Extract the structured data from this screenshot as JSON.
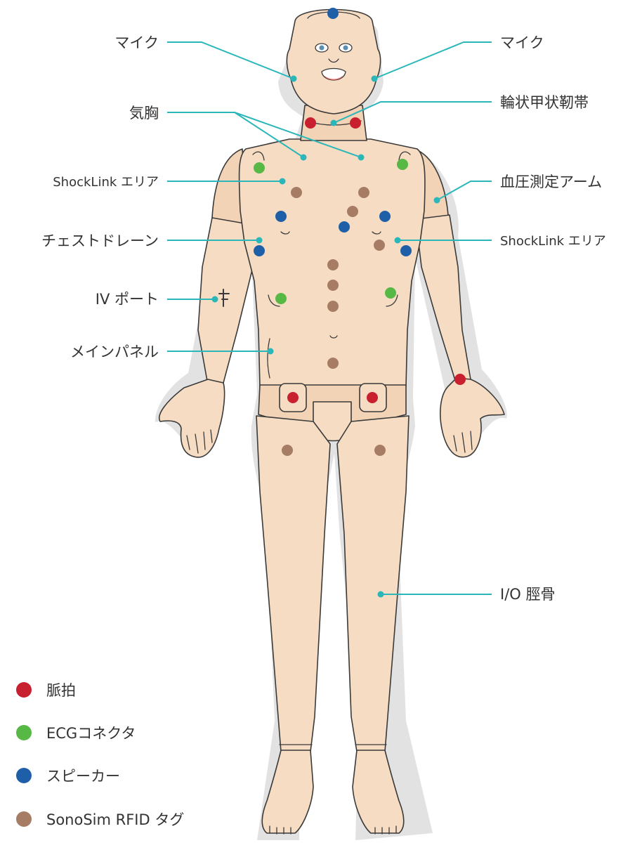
{
  "colors": {
    "pulse": "#c8202f",
    "ecg": "#57b845",
    "speaker": "#1f5fa8",
    "sonosim": "#a67c65",
    "callout": "#2bb7b9"
  },
  "labels": {
    "mic_left": "マイク",
    "mic_right": "マイク",
    "pneumothorax": "気胸",
    "cricothyroid": "輪状甲状靭帯",
    "shocklink_left": "ShockLink エリア",
    "bp_arm": "血圧測定アーム",
    "chest_drain": "チェストドレーン",
    "shocklink_right": "ShockLink エリア",
    "iv_port": "IV ポート",
    "main_panel": "メインパネル",
    "io_tibia": "I/O 脛骨"
  },
  "legend": [
    {
      "label": "脈拍",
      "color": "#c8202f"
    },
    {
      "label": "ECGコネクタ",
      "color": "#57b845"
    },
    {
      "label": "スピーカー",
      "color": "#1f5fa8"
    },
    {
      "label": "SonoSim RFID タグ",
      "color": "#a67c65"
    }
  ]
}
